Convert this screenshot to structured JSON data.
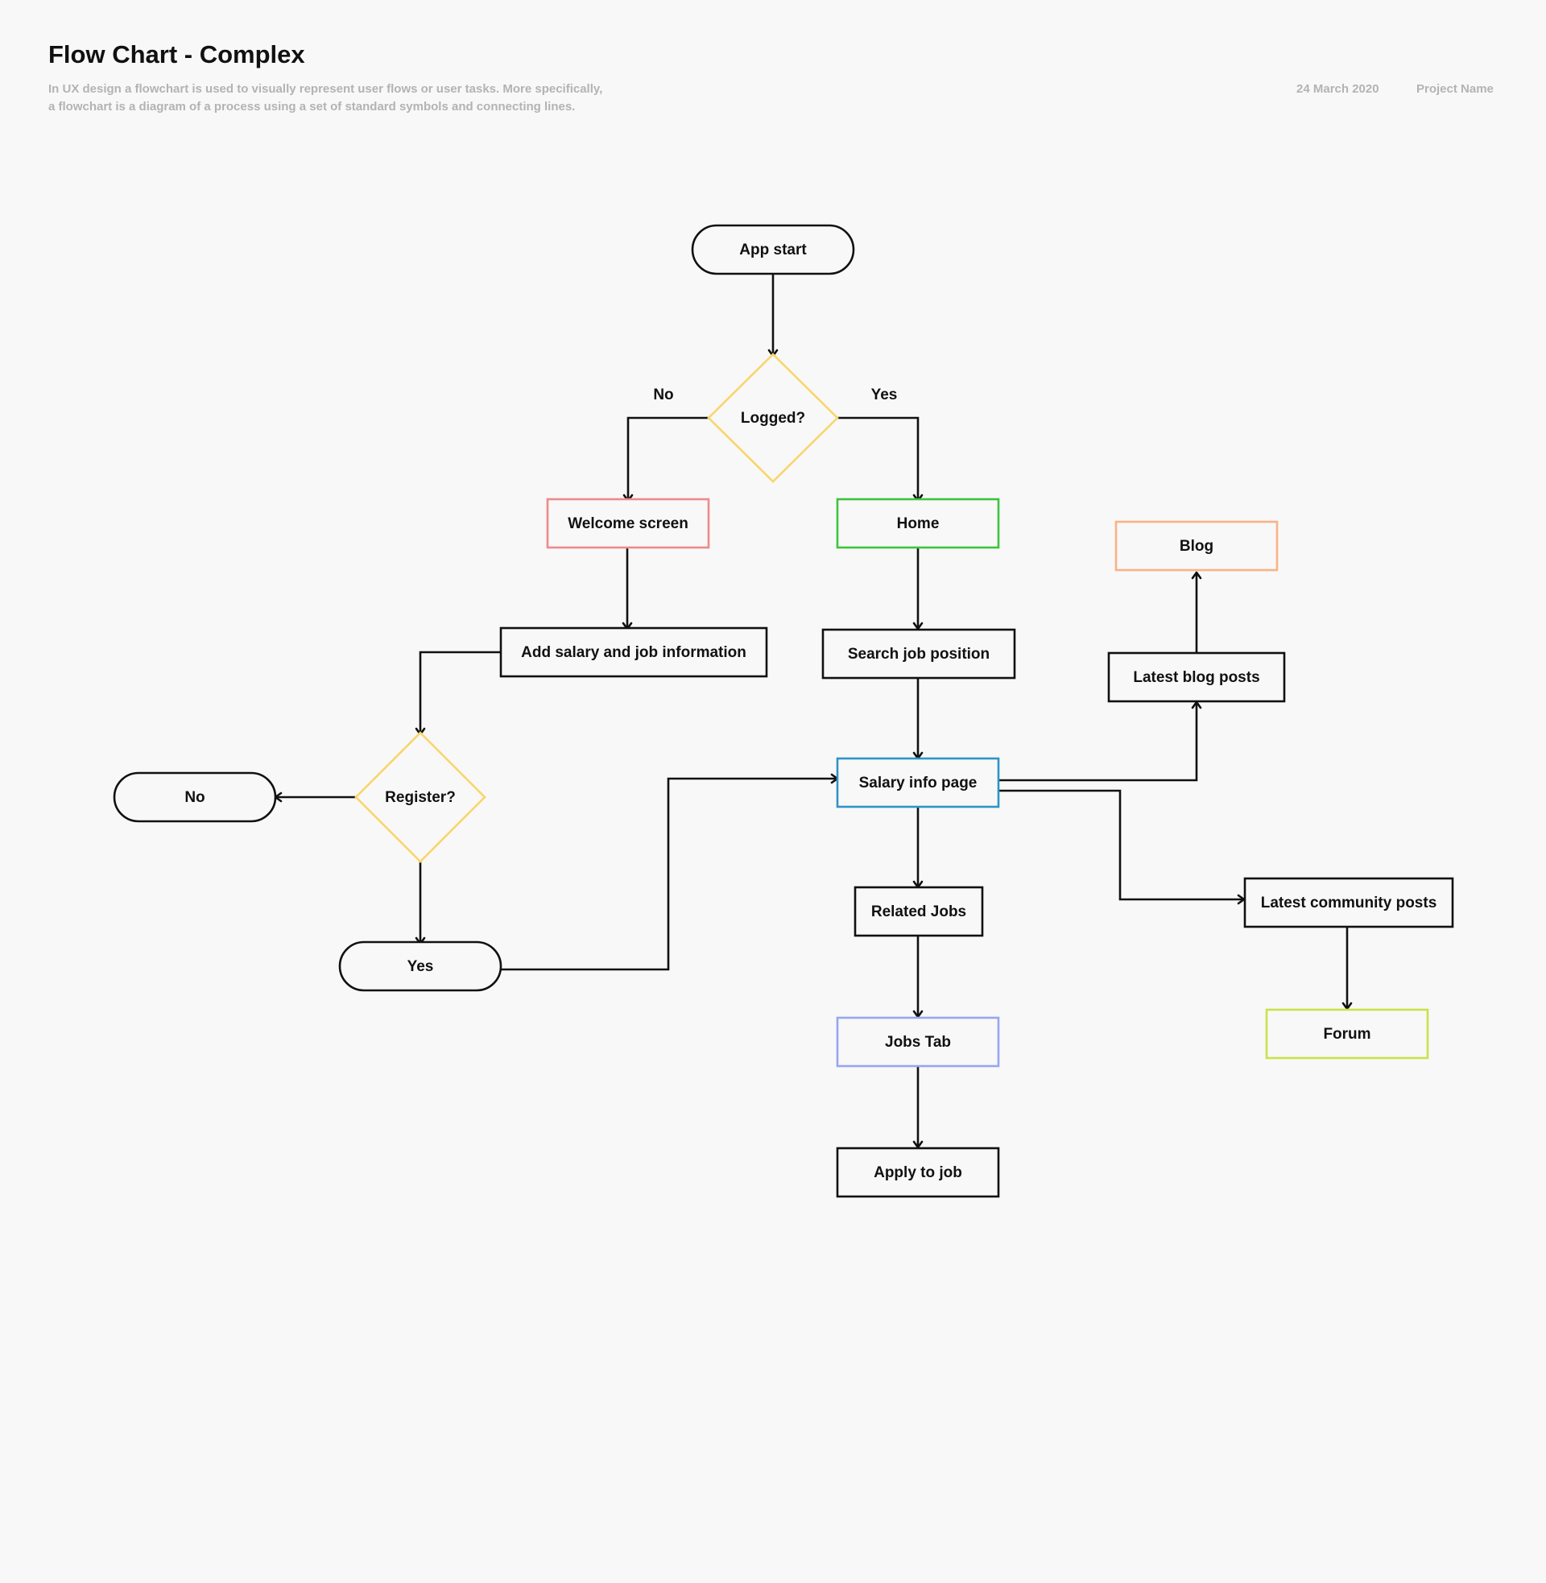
{
  "header": {
    "title": "Flow Chart - Complex",
    "description_line1": "In UX design a flowchart is used to visually represent user flows or user tasks. More specifically,",
    "description_line2": "a flowchart is a diagram of a process using a set of standard symbols and connecting lines.",
    "date": "24 March 2020",
    "project": "Project Name"
  },
  "colors": {
    "line": "#111111",
    "decision": "#f9d66a",
    "welcome": "#ee8a8a",
    "home": "#3cc43c",
    "blog": "#f8b386",
    "salary": "#2e93c6",
    "jobs_tab": "#97a6ef",
    "forum": "#c9e24a",
    "background": "#f8f8f8"
  },
  "nodes": {
    "app_start": "App start",
    "logged": "Logged?",
    "welcome_screen": "Welcome screen",
    "home": "Home",
    "add_salary": "Add salary and job information",
    "search_job": "Search job position",
    "register": "Register?",
    "no_terminal": "No",
    "yes_terminal": "Yes",
    "salary_info": "Salary info page",
    "blog": "Blog",
    "latest_blog": "Latest blog posts",
    "related_jobs": "Related Jobs",
    "latest_community": "Latest community posts",
    "jobs_tab": "Jobs Tab",
    "forum": "Forum",
    "apply": "Apply to job"
  },
  "edge_labels": {
    "no": "No",
    "yes": "Yes"
  }
}
